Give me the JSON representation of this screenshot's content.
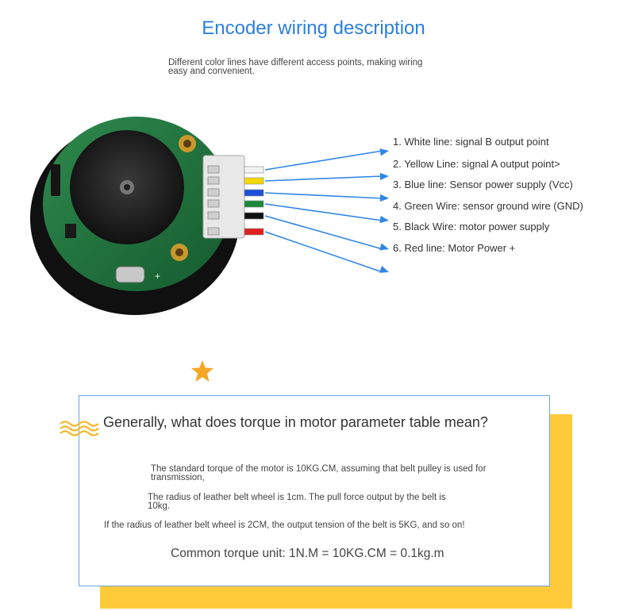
{
  "header": {
    "title": "Encoder wiring description",
    "subtitle": "Different color lines have different access points, making wiring easy and convenient."
  },
  "wires": [
    {
      "label": "1. White line: signal B output point",
      "color": "#f2f2f2"
    },
    {
      "label": "2. Yellow Line: signal A output point>",
      "color": "#f5d800"
    },
    {
      "label": "3. Blue line: Sensor power supply (Vcc)",
      "color": "#1f4fd8"
    },
    {
      "label": "4. Green Wire: sensor ground wire (GND)",
      "color": "#1a8a3a"
    },
    {
      "label": "5. Black Wire: motor power supply",
      "color": "#111111"
    },
    {
      "label": "6. Red line: Motor Power +",
      "color": "#e02020"
    }
  ],
  "torque": {
    "heading": "Generally, what does torque in motor parameter table mean?",
    "para1": "The standard torque of the motor is 10KG.CM, assuming that belt pulley is used for transmission,",
    "para2": "The radius of leather belt wheel is 1cm. The pull force output by the belt is 10kg.",
    "para3": "If the radius of leather belt wheel is 2CM, the output tension of the belt is 5KG, and so on!",
    "formula": "Common torque unit: 1N.M = 10KG.CM = 0.1kg.m"
  },
  "colors": {
    "accent_blue": "#2b7fe0",
    "arrow_blue": "#2f86e6",
    "highlight_yellow": "#ffcb3b",
    "star_orange": "#f5a623",
    "pcb_green": "#1f6b3a"
  }
}
